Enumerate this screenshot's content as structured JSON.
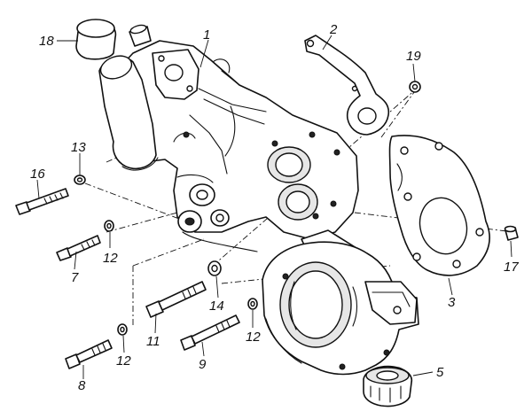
{
  "callouts": {
    "c1": "1",
    "c2": "2",
    "c3": "3",
    "c5": "5",
    "c7": "7",
    "c8": "8",
    "c9": "9",
    "c11": "11",
    "c12a": "12",
    "c12b": "12",
    "c12c": "12",
    "c13": "13",
    "c14": "14",
    "c16": "16",
    "c17": "17",
    "c18": "18",
    "c19": "19"
  }
}
